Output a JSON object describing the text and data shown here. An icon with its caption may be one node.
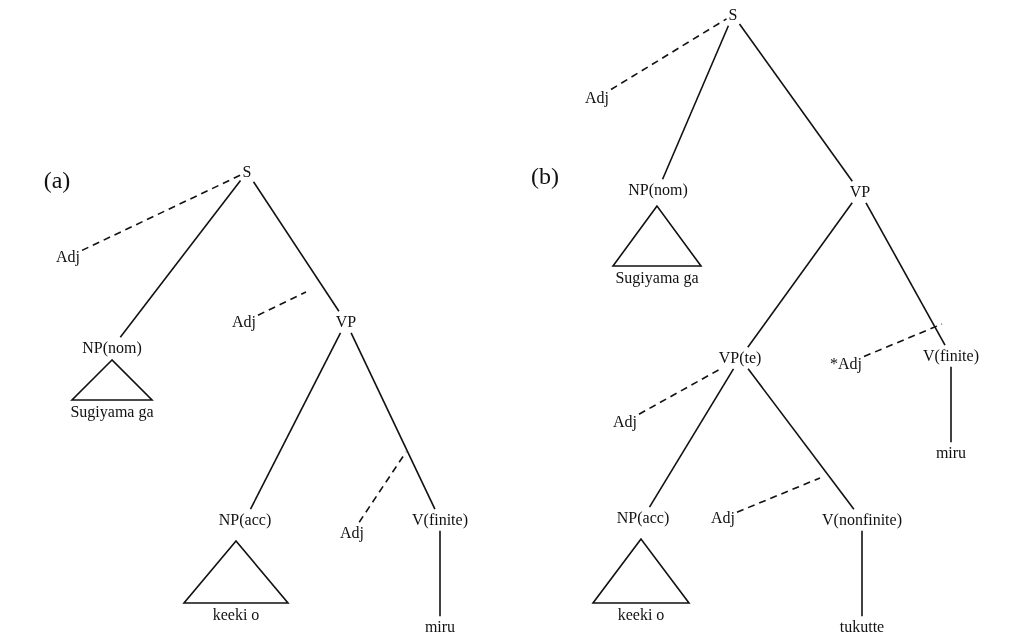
{
  "diagram": {
    "nodes": [
      {
        "text": [
          "S"
        ]
      },
      {
        "text": [
          "Adj"
        ]
      },
      {
        "text": [
          "NP(nom)"
        ]
      },
      {
        "text": [
          "Sugiyama ga"
        ]
      },
      {
        "text": [
          "Adj"
        ]
      },
      {
        "text": [
          "VP"
        ]
      },
      {
        "text": [
          "NP(acc)"
        ]
      },
      {
        "text": [
          "keeki o"
        ]
      },
      {
        "text": [
          "Adj"
        ]
      },
      {
        "text": [
          "V(finite)"
        ]
      },
      {
        "text": [
          "miru"
        ]
      },
      {
        "text": [
          "S"
        ]
      },
      {
        "text": [
          "Adj"
        ]
      },
      {
        "text": [
          "NP(nom)"
        ]
      },
      {
        "text": [
          "Sugiyama ga"
        ]
      },
      {
        "text": [
          "VP"
        ]
      },
      {
        "text": [
          "VP(te)"
        ]
      },
      {
        "text": [
          "*Adj"
        ]
      },
      {
        "text": [
          "V(finite)"
        ]
      },
      {
        "text": [
          "miru"
        ]
      },
      {
        "text": [
          "Adj"
        ]
      },
      {
        "text": [
          "NP(acc)"
        ]
      },
      {
        "text": [
          "keeki o"
        ]
      },
      {
        "text": [
          "Adj"
        ]
      },
      {
        "text": [
          "V(nonfinite)"
        ]
      },
      {
        "text": [
          "tukutte"
        ]
      }
    ],
    "edges": [
      {
        "from": 0,
        "to": 2,
        "arrow": "none"
      },
      {
        "from": 0,
        "to": 5,
        "arrow": "none"
      },
      {
        "from": 1,
        "to": 0,
        "arrow": "none",
        "style": "dashed"
      },
      {
        "from": 4,
        "to": null,
        "arrow": "none",
        "style": "dashed"
      },
      {
        "from": 5,
        "to": 6,
        "arrow": "none"
      },
      {
        "from": 5,
        "to": 9,
        "arrow": "none"
      },
      {
        "from": 8,
        "to": null,
        "arrow": "none",
        "style": "dashed"
      },
      {
        "from": 9,
        "to": 10,
        "arrow": "none"
      },
      {
        "from": 11,
        "to": 13,
        "arrow": "none"
      },
      {
        "from": 11,
        "to": 15,
        "arrow": "none"
      },
      {
        "from": 12,
        "to": 11,
        "arrow": "none",
        "style": "dashed"
      },
      {
        "from": 15,
        "to": 16,
        "arrow": "none"
      },
      {
        "from": 15,
        "to": 18,
        "arrow": "none"
      },
      {
        "from": 17,
        "to": null,
        "arrow": "none",
        "style": "dashed"
      },
      {
        "from": 18,
        "to": 19,
        "arrow": "none"
      },
      {
        "from": 16,
        "to": 21,
        "arrow": "none"
      },
      {
        "from": 16,
        "to": 24,
        "arrow": "none"
      },
      {
        "from": 20,
        "to": 16,
        "arrow": "none",
        "style": "dashed"
      },
      {
        "from": 23,
        "to": null,
        "arrow": "none",
        "style": "dashed"
      },
      {
        "from": 24,
        "to": 25,
        "arrow": "none"
      }
    ],
    "labels": [
      "(a)",
      "(b)"
    ]
  }
}
